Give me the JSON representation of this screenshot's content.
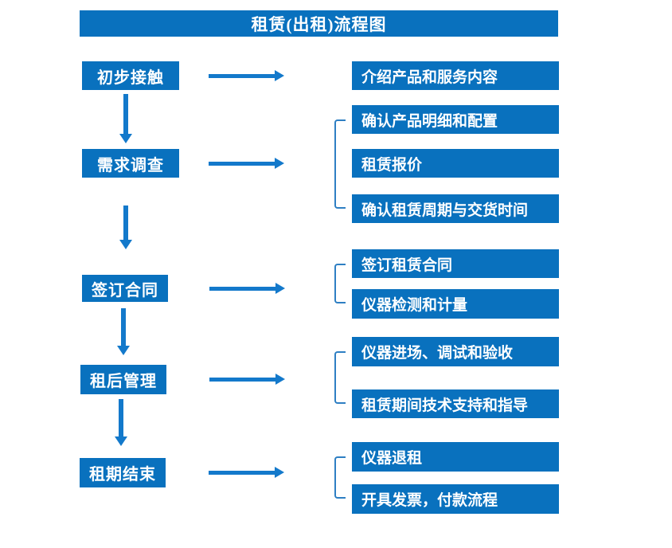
{
  "title": "租赁(出租)流程图",
  "colors": {
    "box_blue": "#0971BE",
    "arrow_blue": "#1379CB",
    "bracket_blue": "#2E7FC3",
    "text_white": "#FFFFFF"
  },
  "steps": [
    {
      "label": "初步接触",
      "outputs": [
        "介绍产品和服务内容"
      ]
    },
    {
      "label": "需求调查",
      "outputs": [
        "确认产品明细和配置",
        "租赁报价",
        "确认租赁周期与交货时间"
      ]
    },
    {
      "label": "签订合同",
      "outputs": [
        "签订租赁合同",
        "仪器检测和计量"
      ]
    },
    {
      "label": "租后管理",
      "outputs": [
        "仪器进场、调试和验收",
        "租赁期间技术支持和指导"
      ]
    },
    {
      "label": "租期结束",
      "outputs": [
        "仪器退租",
        "开具发票，付款流程"
      ]
    }
  ]
}
